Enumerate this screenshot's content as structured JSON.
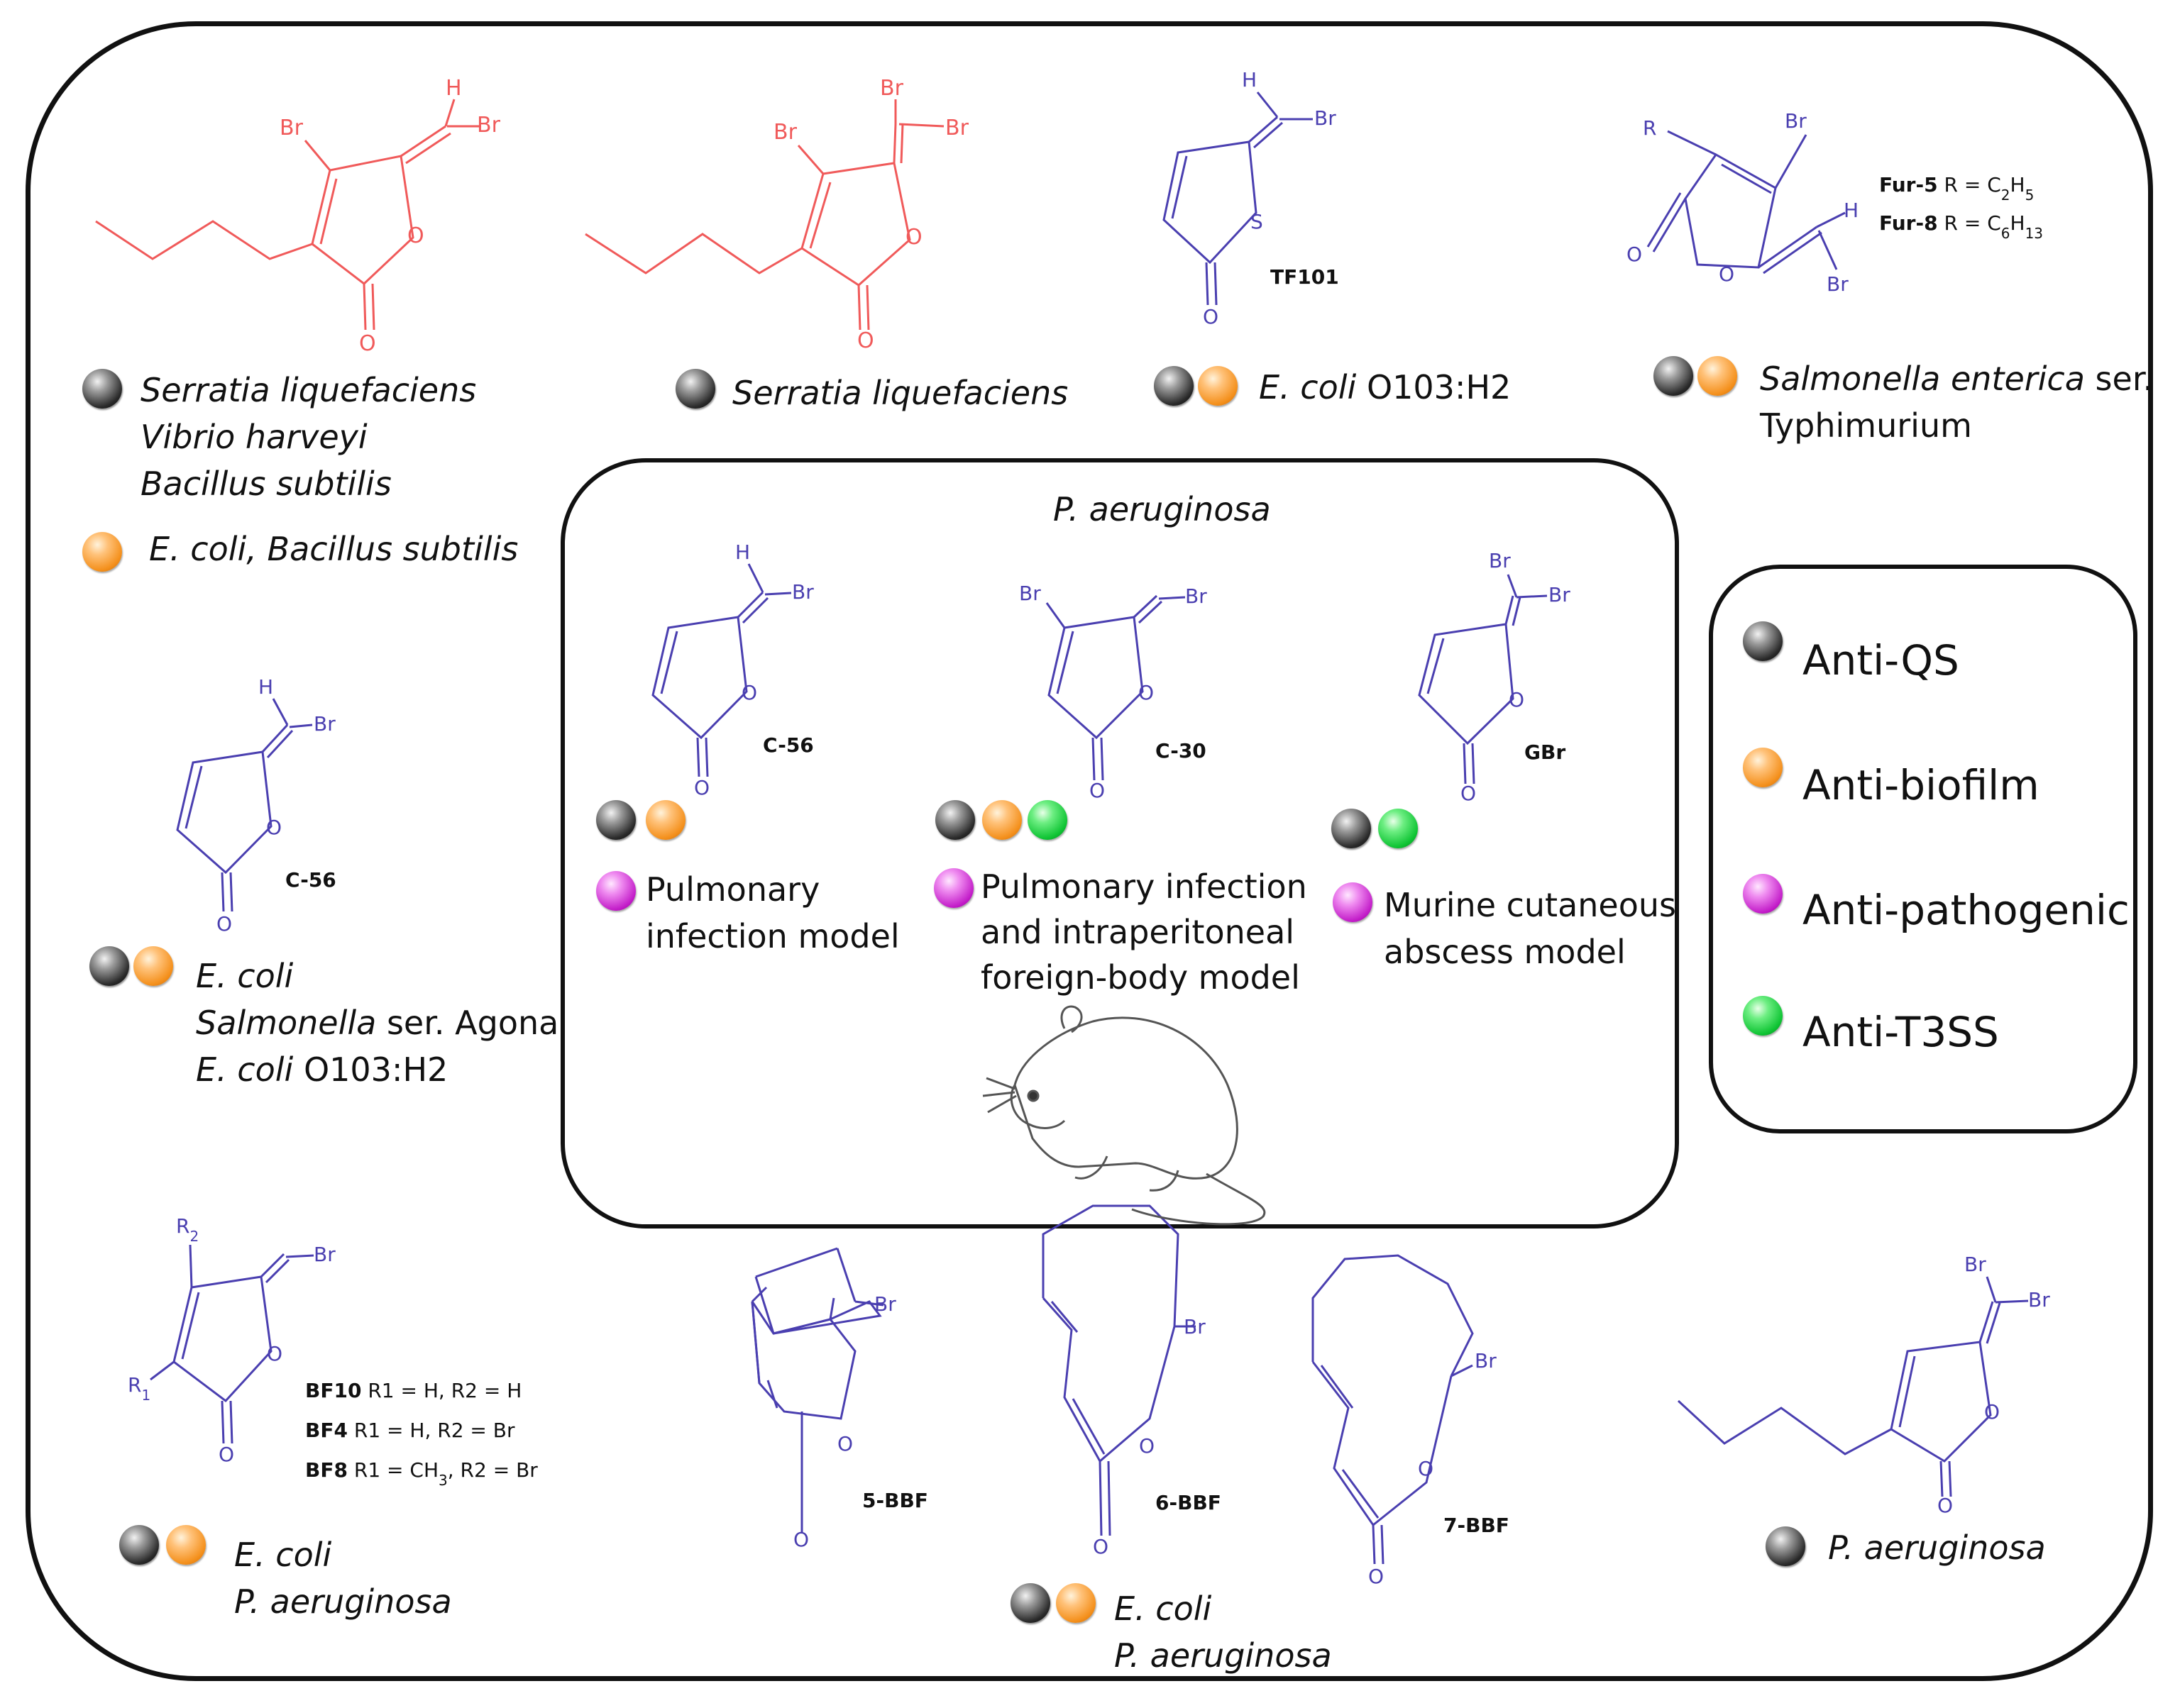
{
  "colors": {
    "red_structure": "#f05a5a",
    "blue_structure": "#4a3fb0",
    "border": "#111111",
    "anti_qs": "#1a1a1a",
    "anti_biofilm": "#f4901c",
    "anti_pathogenic": "#c21bc8",
    "anti_t3ss": "#0fc434"
  },
  "atoms": {
    "br": "Br",
    "h": "H",
    "o": "O",
    "s": "S",
    "r": "R",
    "r1": "R",
    "r1_sub": "1",
    "r2": "R",
    "r2_sub": "2"
  },
  "compounds": {
    "tf101": "TF101",
    "fur5_name": "Fur-5",
    "fur5_def": "R = C",
    "fur5_sub": "2",
    "fur5_h": "H",
    "fur5_hsub": "5",
    "fur8_name": "Fur-8",
    "fur8_def": "R = C",
    "fur8_sub": "6",
    "fur8_h": "H",
    "fur8_hsub": "13",
    "c56": "C-56",
    "c30": "C-30",
    "gbr": "GBr",
    "bf10_name": "BF10",
    "bf10_def": "R1 = H, R2 = H",
    "bf4_name": "BF4",
    "bf4_def": "R1 = H, R2 = Br",
    "bf8_name": "BF8",
    "bf8_def": "R1 = CH",
    "bf8_sub": "3",
    "bf8_rest": ", R2 = Br",
    "bbf5": "5-BBF",
    "bbf6": "6-BBF",
    "bbf7": "7-BBF"
  },
  "labels": {
    "serratia": "Serratia liquefaciens",
    "vibrio": "Vibrio harveyi",
    "bacillus": "Bacillus subtilis",
    "ecoli_bacillus": "E. coli, Bacillus subtilis",
    "ecoli": "E. coli",
    "ecoli_strain": "O103:H2",
    "salmonella_enterica": "Salmonella enterica",
    "ser": "ser.",
    "typhimurium": "Typhimurium",
    "salmonella": "Salmonella",
    "ser_agona": "ser. Agona",
    "p_aeruginosa": "P. aeruginosa"
  },
  "inner": {
    "title": "P. aeruginosa",
    "model1_line1": "Pulmonary",
    "model1_line2": "infection model",
    "model2_line1": "Pulmonary infection",
    "model2_line2": "and intraperitoneal",
    "model2_line3": "foreign-body model",
    "model3_line1": "Murine cutaneous",
    "model3_line2": "abscess model"
  },
  "legend": {
    "anti_qs": "Anti-QS",
    "anti_biofilm": "Anti-biofilm",
    "anti_pathogenic": "Anti-pathogenic",
    "anti_t3ss": "Anti-T3SS"
  }
}
